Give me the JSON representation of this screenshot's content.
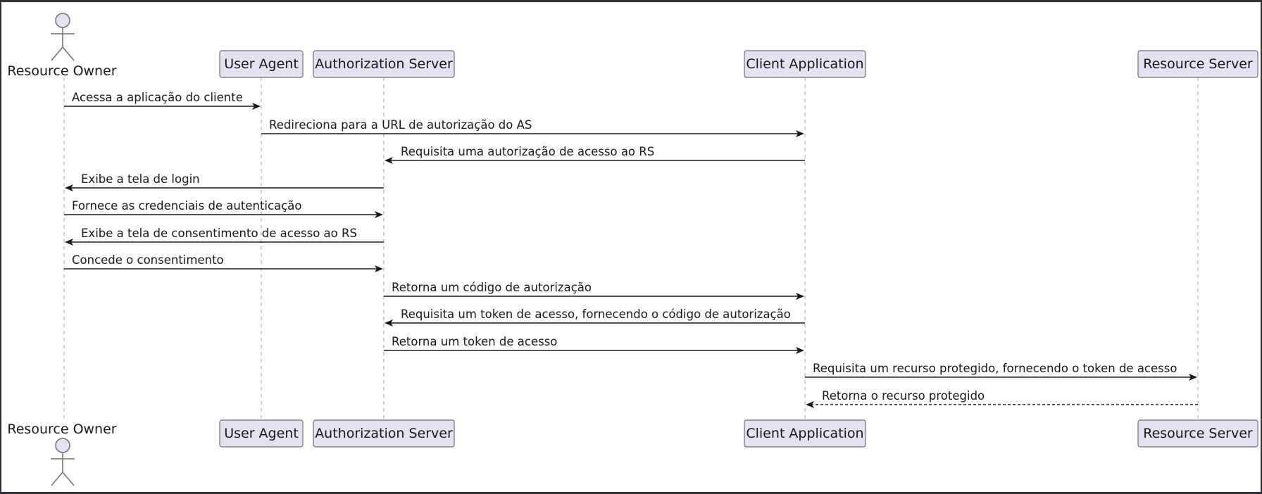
{
  "diagram": {
    "participants": [
      {
        "id": "ro",
        "label": "Resource Owner",
        "kind": "actor"
      },
      {
        "id": "ua",
        "label": "User Agent",
        "kind": "box"
      },
      {
        "id": "as",
        "label": "Authorization Server",
        "kind": "box"
      },
      {
        "id": "ca",
        "label": "Client Application",
        "kind": "box"
      },
      {
        "id": "rs",
        "label": "Resource Server",
        "kind": "box"
      }
    ],
    "messages": [
      {
        "from": "ro",
        "to": "ua",
        "text": "Acessa a aplicação do cliente",
        "style": "solid"
      },
      {
        "from": "ua",
        "to": "ca",
        "text": "Redireciona para a URL de autorização do AS",
        "style": "solid"
      },
      {
        "from": "ca",
        "to": "as",
        "text": "Requisita uma autorização de acesso ao RS",
        "style": "solid"
      },
      {
        "from": "as",
        "to": "ro",
        "text": "Exibe a tela de login",
        "style": "solid"
      },
      {
        "from": "ro",
        "to": "as",
        "text": "Fornece as credenciais de autenticação",
        "style": "solid"
      },
      {
        "from": "as",
        "to": "ro",
        "text": "Exibe a tela de consentimento de acesso ao RS",
        "style": "solid"
      },
      {
        "from": "ro",
        "to": "as",
        "text": "Concede o consentimento",
        "style": "solid"
      },
      {
        "from": "as",
        "to": "ca",
        "text": "Retorna um código de autorização",
        "style": "solid"
      },
      {
        "from": "ca",
        "to": "as",
        "text": "Requisita um token de acesso, fornecendo o código de autorização",
        "style": "solid"
      },
      {
        "from": "as",
        "to": "ca",
        "text": "Retorna um token de acesso",
        "style": "solid"
      },
      {
        "from": "ca",
        "to": "rs",
        "text": "Requisita um recurso protegido, fornecendo o token de acesso",
        "style": "solid"
      },
      {
        "from": "rs",
        "to": "ca",
        "text": "Retorna o recurso protegido",
        "style": "dashed"
      }
    ]
  }
}
